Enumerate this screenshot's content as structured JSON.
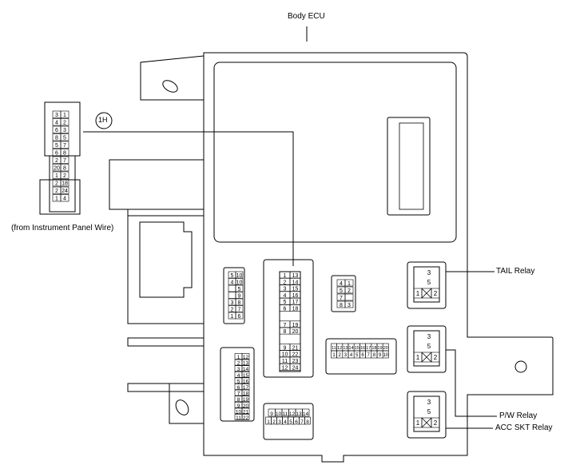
{
  "diagram": {
    "title": "Body ECU",
    "connector_code": "1H",
    "source_note": "(from Instrument Panel Wire)",
    "relays": {
      "tail": "TAIL Relay",
      "pw": "P/W Relay",
      "acc_skt": "ACC SKT Relay"
    },
    "relay_pins": [
      "3",
      "5",
      "1",
      "2"
    ],
    "connector_1h_pins": {
      "left_col": [
        "3",
        "4",
        "6",
        "8",
        "5",
        "6",
        "2",
        "20",
        "1",
        "2",
        "2",
        "1"
      ],
      "right_col": [
        "1",
        "2",
        "3",
        "5",
        "7",
        "8",
        "7",
        "8",
        "2",
        "18",
        "24",
        "4"
      ]
    },
    "center_connector_pins": [
      [
        "1",
        "13"
      ],
      [
        "2",
        "14"
      ],
      [
        "3",
        "15"
      ],
      [
        "4",
        "16"
      ],
      [
        "5",
        "17"
      ],
      [
        "6",
        "18"
      ],
      [
        "7",
        "19"
      ],
      [
        "8",
        "20"
      ],
      [
        "9",
        "21"
      ],
      [
        "10",
        "22"
      ],
      [
        "11",
        "23"
      ],
      [
        "12",
        "24"
      ]
    ],
    "left_connector_pins": [
      [
        "5",
        "10"
      ],
      [
        "4",
        "10"
      ],
      [
        "",
        "5"
      ],
      [
        "",
        "9"
      ],
      [
        "3",
        "8"
      ],
      [
        "2",
        "7"
      ],
      [
        "1",
        "6"
      ]
    ],
    "small_connector_pins": [
      [
        "4",
        "1"
      ],
      [
        "5",
        "2"
      ],
      [
        "7",
        ""
      ],
      [
        "8",
        "3"
      ]
    ],
    "bottom_left_pins": [
      [
        "",
        "1",
        "12"
      ],
      [
        "",
        "2",
        "13"
      ],
      [
        "",
        "3",
        "14"
      ],
      [
        "",
        "4",
        "15"
      ],
      [
        "",
        "5",
        "16"
      ],
      [
        "",
        "6",
        "17"
      ],
      [
        "",
        "7",
        "18"
      ],
      [
        "",
        "8",
        "19"
      ],
      [
        "",
        "9",
        "20"
      ],
      [
        "",
        "10",
        "21"
      ],
      [
        "",
        "11",
        "22"
      ]
    ],
    "bottom_center_pins": [
      "9",
      "10",
      "11",
      "12",
      "13",
      "14",
      "1",
      "2",
      "3",
      "4",
      "5",
      "6",
      "7",
      "8"
    ],
    "right_wide_pins_top": [
      "11",
      "12",
      "13",
      "14",
      "15",
      "16",
      "17",
      "18",
      "19",
      "20"
    ],
    "right_wide_pins_bottom": [
      "1",
      "2",
      "3",
      "4",
      "5",
      "6",
      "7",
      "8",
      "9",
      "10"
    ]
  }
}
